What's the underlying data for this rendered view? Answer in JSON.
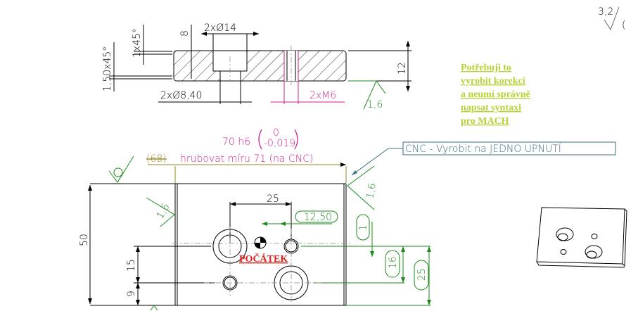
{
  "colors": {
    "dim": "#000000",
    "surface": "#1a8a1a",
    "tolerance": "#d0208c",
    "olive": "#9a8a20",
    "note": "#b5d334",
    "cnc": "#3a6f80",
    "origin": "#e0201c"
  },
  "section": {
    "dia14": "2xØ14",
    "depth8": "8",
    "chamfer1": "1x45°",
    "chamfer150": "1,50x45°",
    "thick12": "12",
    "dia840": "2xØ8,40",
    "m6": "2xM6",
    "rough": "1,6"
  },
  "top": {
    "roughness": "3,2",
    "paren": "("
  },
  "note": {
    "lines": [
      "Potřebuji to",
      "vyrobit korekci",
      "a neumí správně",
      "napsat syntaxi",
      "pro MACH"
    ]
  },
  "cnc": "CNC - Vyrobit na JEDNO UPNUTÍ",
  "plan": {
    "width": "70 h6",
    "tol_upper": "0",
    "tol_lower": "-0,019",
    "ref68": "(68)",
    "rough_note": "hrubovat míru 71 (na CNC)",
    "height50": "50",
    "d25": "25",
    "d1250": "12,50",
    "d1": "1",
    "d16": "16",
    "d25v": "25",
    "d15": "15",
    "d9": "9",
    "rough_left": "1,6",
    "rough_right": "1,6",
    "origin": "POČÁTEK"
  }
}
